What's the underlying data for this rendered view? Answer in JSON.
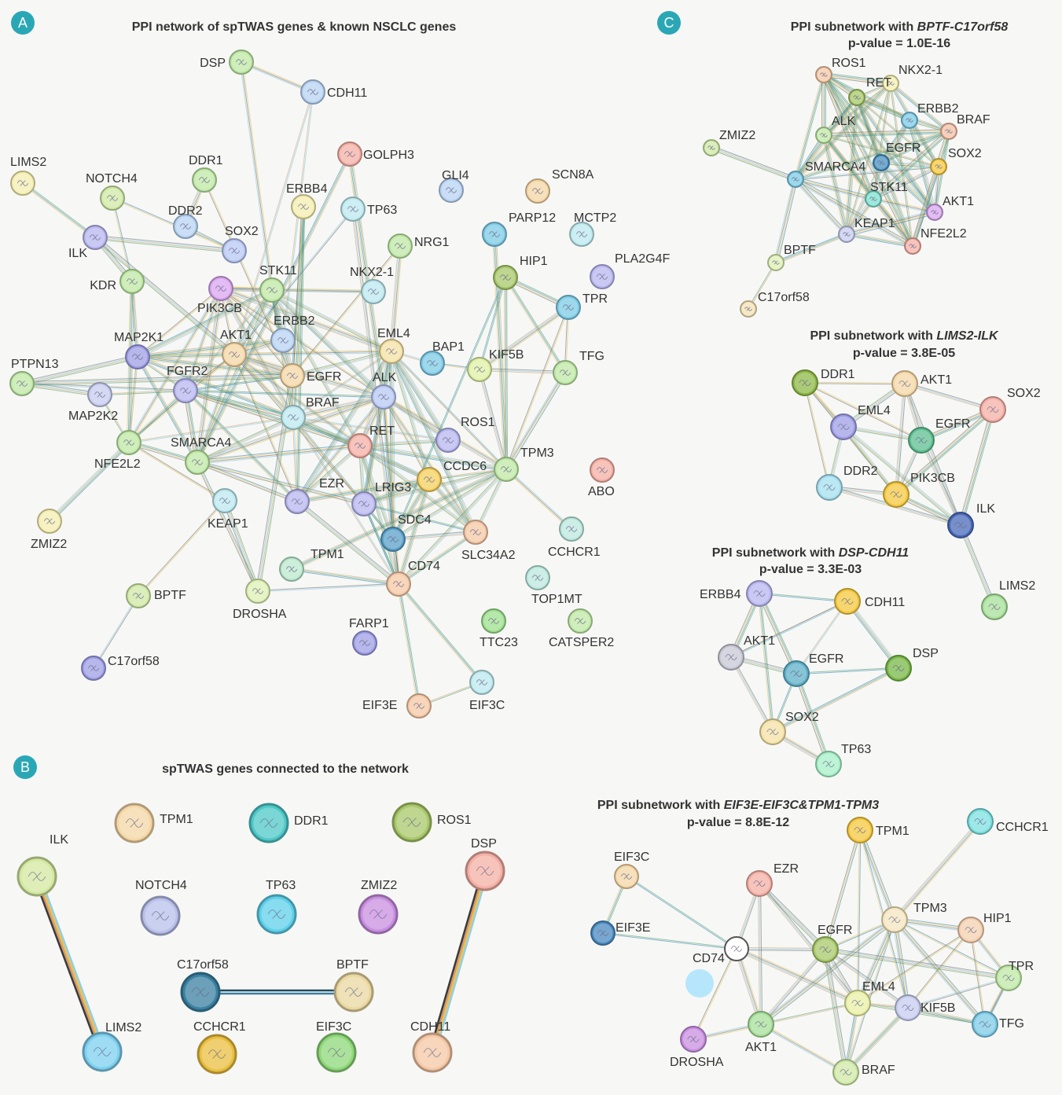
{
  "panels": {
    "A": {
      "badge": "A",
      "title": "PPI network of spTWAS genes & known NSCLC genes",
      "nodes": [
        [
          "DSP",
          "#bfe9a6"
        ],
        [
          "CDH11",
          "#b9d3f3"
        ],
        [
          "GOLPH3",
          "#f4b0a6"
        ],
        [
          "LIMS2",
          "#f5eeb0"
        ],
        [
          "DDR1",
          "#bfe9a6"
        ],
        [
          "NOTCH4",
          "#cfe9a6"
        ],
        [
          "ERBB4",
          "#f5eeb0"
        ],
        [
          "TP63",
          "#bde9ef"
        ],
        [
          "GLI4",
          "#b9d3f3"
        ],
        [
          "SCN8A",
          "#f5d7a6"
        ],
        [
          "DDR2",
          "#b9d3f3"
        ],
        [
          "SOX2",
          "#b9c8f3"
        ],
        [
          "NRG1",
          "#bfe9a6"
        ],
        [
          "PARP12",
          "#7ecbe6"
        ],
        [
          "MCTP2",
          "#bde9ef"
        ],
        [
          "ILK",
          "#b9b7ef"
        ],
        [
          "KDR",
          "#bfe9a6"
        ],
        [
          "PIK3CB",
          "#d9a6ef"
        ],
        [
          "STK11",
          "#bfe9a6"
        ],
        [
          "NKX2-1",
          "#bde9ef"
        ],
        [
          "HIP1",
          "#a8c86a"
        ],
        [
          "PLA2G4F",
          "#b9b7ef"
        ],
        [
          "TPR",
          "#7ecbe6"
        ],
        [
          "MAP2K1",
          "#9f9fe6"
        ],
        [
          "AKT1",
          "#f5d7a6"
        ],
        [
          "ERBB2",
          "#b9d3f3"
        ],
        [
          "EML4",
          "#f5e2a6"
        ],
        [
          "BAP1",
          "#7ecbe6"
        ],
        [
          "KIF5B",
          "#dff0a6"
        ],
        [
          "TFG",
          "#bfe9a6"
        ],
        [
          "PTPN13",
          "#bfe9a6"
        ],
        [
          "FGFR2",
          "#b9b7ef"
        ],
        [
          "EGFR",
          "#f5d7a6"
        ],
        [
          "ALK",
          "#b9c8f3"
        ],
        [
          "MAP2K2",
          "#c8cdef"
        ],
        [
          "BRAF",
          "#bde9ef"
        ],
        [
          "NFE2L2",
          "#bfe9a6"
        ],
        [
          "SMARCA4",
          "#bfe9a6"
        ],
        [
          "RET",
          "#f4b0a6"
        ],
        [
          "ROS1",
          "#b9b7ef"
        ],
        [
          "CCDC6",
          "#f5d060"
        ],
        [
          "TPM3",
          "#bfe9a6"
        ],
        [
          "ABO",
          "#f4b0a6"
        ],
        [
          "EZR",
          "#b9b7ef"
        ],
        [
          "LRIG3",
          "#b9b7ef"
        ],
        [
          "KEAP1",
          "#bde9ef"
        ],
        [
          "SDC4",
          "#5aa0c8"
        ],
        [
          "ZMIZ2",
          "#f5eeb0"
        ],
        [
          "TPM1",
          "#bde9cf"
        ],
        [
          "SLC34A2",
          "#f5c8a6"
        ],
        [
          "CCHCR1",
          "#bde9df"
        ],
        [
          "CD74",
          "#f5c8a6"
        ],
        [
          "TOP1MT",
          "#bde9df"
        ],
        [
          "BPTF",
          "#cfe9a6"
        ],
        [
          "DROSHA",
          "#dff0b6"
        ],
        [
          "FARP1",
          "#9f9fe6"
        ],
        [
          "TTC23",
          "#9fe08f"
        ],
        [
          "CATSPER2",
          "#bfe9a6"
        ],
        [
          "C17orf58",
          "#9f9fe6"
        ],
        [
          "EIF3E",
          "#f5c8a6"
        ],
        [
          "EIF3C",
          "#bde9ef"
        ]
      ]
    },
    "B": {
      "badge": "B",
      "title": "spTWAS  genes  connected to the  network",
      "nodes": [
        [
          "TPM1",
          "#f5d7a6"
        ],
        [
          "DDR1",
          "#4fc8c8"
        ],
        [
          "ROS1",
          "#a8c86a"
        ],
        [
          "ILK",
          "#d4e9a0"
        ],
        [
          "NOTCH4",
          "#b9c0ea"
        ],
        [
          "TP63",
          "#5fd0ea"
        ],
        [
          "ZMIZ2",
          "#c88fe0"
        ],
        [
          "DSP",
          "#f4b0a6"
        ],
        [
          "C17orf58",
          "#3a80a0"
        ],
        [
          "BPTF",
          "#ead7a0"
        ],
        [
          "LIMS2",
          "#7ed0ef"
        ],
        [
          "CCHCR1",
          "#eabf40"
        ],
        [
          "EIF3C",
          "#8fd87a"
        ],
        [
          "CDH11",
          "#f5c8a6"
        ]
      ]
    },
    "C1": {
      "title_prefix": "PPI subnetwork with ",
      "title_italic": "BPTF-C17orf58",
      "pvalue": "p-value = 1.0E-16",
      "nodes": [
        [
          "ROS1",
          "#f5c8a6"
        ],
        [
          "NKX2-1",
          "#f5f0b0"
        ],
        [
          "RET",
          "#a8c86a"
        ],
        [
          "ERBB2",
          "#7ecbe6"
        ],
        [
          "BRAF",
          "#f4c0a6"
        ],
        [
          "ALK",
          "#bfe9a6"
        ],
        [
          "ZMIZ2",
          "#cfe9a6"
        ],
        [
          "EGFR",
          "#4a90c0"
        ],
        [
          "SOX2",
          "#f5c840"
        ],
        [
          "SMARCA4",
          "#7ecbe6"
        ],
        [
          "STK11",
          "#7ee0d0"
        ],
        [
          "AKT1",
          "#d9a6ef"
        ],
        [
          "KEAP1",
          "#c8cdef"
        ],
        [
          "NFE2L2",
          "#f4b0a6"
        ],
        [
          "BPTF",
          "#dff0b6"
        ],
        [
          "C17orf58",
          "#f5e2b6"
        ]
      ]
    },
    "C2": {
      "title_prefix": "PPI subnetwork with ",
      "title_italic": "LIMS2-ILK",
      "pvalue": "p-value = 3.8E-05",
      "nodes": [
        [
          "DDR1",
          "#8fb848"
        ],
        [
          "AKT1",
          "#f5d7a6"
        ],
        [
          "SOX2",
          "#f4b0a6"
        ],
        [
          "EML4",
          "#9f9fe6"
        ],
        [
          "EGFR",
          "#5fbf90"
        ],
        [
          "DDR2",
          "#a6e0ef"
        ],
        [
          "PIK3CB",
          "#f5c840"
        ],
        [
          "ILK",
          "#4a6ab8"
        ],
        [
          "LIMS2",
          "#a8e09a"
        ]
      ]
    },
    "C3": {
      "title_prefix": "PPI subnetwork with ",
      "title_italic": "DSP-CDH11",
      "pvalue": "p-value = 3.3E-03",
      "nodes": [
        [
          "ERBB4",
          "#b9b7ef"
        ],
        [
          "CDH11",
          "#f5c840"
        ],
        [
          "AKT1",
          "#c8c8d6"
        ],
        [
          "EGFR",
          "#5fb0c8"
        ],
        [
          "DSP",
          "#78b848"
        ],
        [
          "SOX2",
          "#f5e2a6"
        ],
        [
          "TP63",
          "#a8f0c8"
        ]
      ]
    },
    "C4": {
      "title_prefix": "PPI subnetwork with ",
      "title_italic": "EIF3E-EIF3C&TPM1-TPM3",
      "pvalue": "p-value = 8.8E-12",
      "nodes": [
        [
          "TPM1",
          "#f5c840"
        ],
        [
          "CCHCR1",
          "#7ee0e0"
        ],
        [
          "EIF3C",
          "#f5d7a6"
        ],
        [
          "EZR",
          "#f4b0a6"
        ],
        [
          "TPM3",
          "#f5e6c0"
        ],
        [
          "HIP1",
          "#f5d0b0"
        ],
        [
          "EIF3E",
          "#4a8ac0"
        ],
        [
          "EGFR",
          "#a8c86a"
        ],
        [
          "CD74",
          "#ffffff"
        ],
        [
          "TPR",
          "#bfe9a6"
        ],
        [
          "EML4",
          "#eaf0a6"
        ],
        [
          "KIF5B",
          "#c8cdef"
        ],
        [
          "AKT1",
          "#a8e09a"
        ],
        [
          "TFG",
          "#7ecbe6"
        ],
        [
          "DROSHA",
          "#c88fe0"
        ],
        [
          "BRAF",
          "#cfe9a6"
        ]
      ]
    }
  },
  "colors": {
    "badge": "#2aa7b5",
    "background": "#f7f7f6"
  }
}
